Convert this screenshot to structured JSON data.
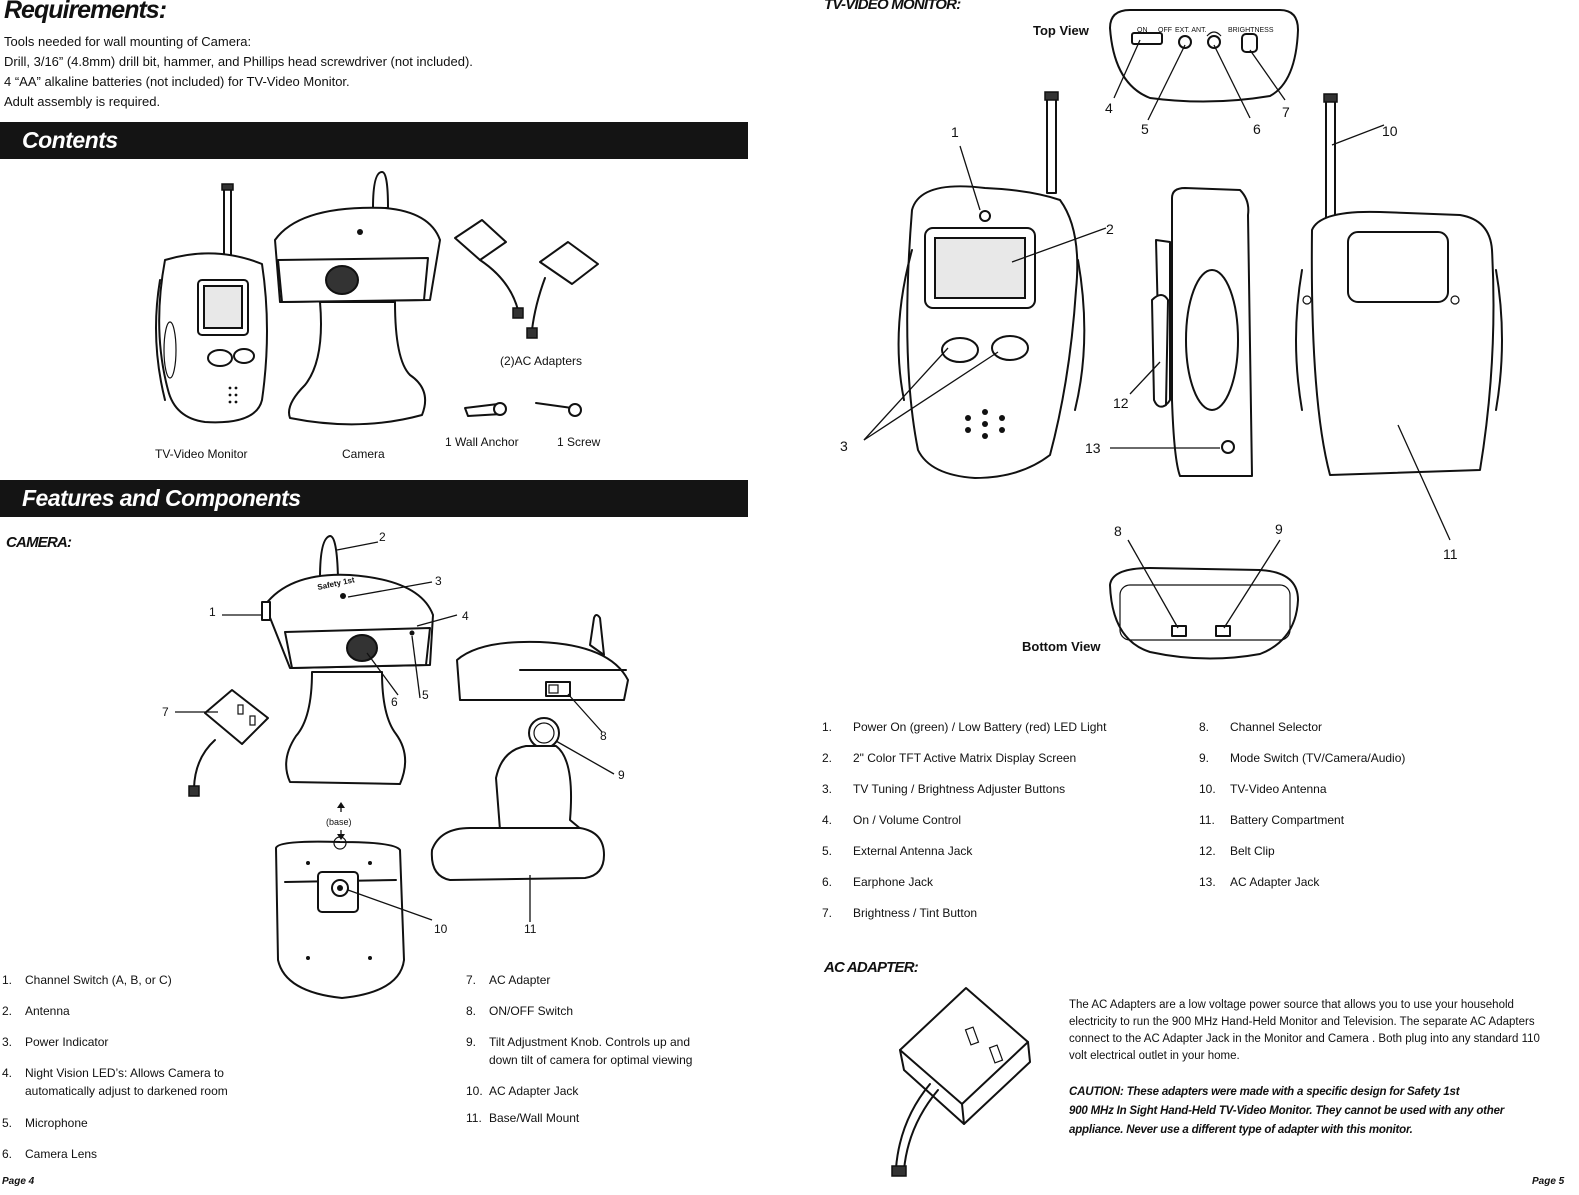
{
  "requirements": {
    "title": "Requirements:",
    "lines": [
      "Tools needed for wall mounting of Camera:",
      "Drill, 3/16” (4.8mm) drill bit, hammer, and Phillips head screwdriver (not included).",
      "4 “AA” alkaline batteries (not included) for TV-Video Monitor.",
      "Adult assembly is required."
    ]
  },
  "contents": {
    "heading": "Contents",
    "labels": {
      "monitor": "TV-Video Monitor",
      "camera": "Camera",
      "adapters": "(2)AC Adapters",
      "anchor": "1 Wall Anchor",
      "screw": "1 Screw"
    }
  },
  "features": {
    "heading": "Features and Components",
    "camera_title": "CAMERA:",
    "camera_callouts": [
      "1",
      "2",
      "3",
      "4",
      "5",
      "6",
      "7",
      "8",
      "9",
      "10",
      "11"
    ],
    "base_label": "(base)",
    "camera_list_left": [
      {
        "num": "1.",
        "text": "Channel Switch (A, B, or C)"
      },
      {
        "num": "2.",
        "text": "Antenna"
      },
      {
        "num": "3.",
        "text": "Power Indicator"
      },
      {
        "num": "4.",
        "text": "Night Vision LED’s: Allows Camera to",
        "text2": "automatically adjust to darkened room"
      },
      {
        "num": "5.",
        "text": "Microphone"
      },
      {
        "num": "6.",
        "text": "Camera Lens"
      }
    ],
    "camera_list_right": [
      {
        "num": "7.",
        "text": "AC Adapter"
      },
      {
        "num": "8.",
        "text": "ON/OFF Switch"
      },
      {
        "num": "9.",
        "text": "Tilt Adjustment Knob. Controls up and",
        "text2": "down tilt of camera for optimal viewing"
      },
      {
        "num": "10.",
        "text": "AC Adapter Jack"
      },
      {
        "num": "11.",
        "text": "Base/Wall Mount"
      }
    ]
  },
  "monitor": {
    "title": "TV-VIDEO MONITOR:",
    "top_view": "Top View",
    "bottom_view": "Bottom View",
    "top_panel": {
      "on": "ON",
      "off": "OFF",
      "ext_ant": "EXT. ANT.",
      "brightness": "BRIGHTNESS"
    },
    "callouts": [
      "1",
      "2",
      "3",
      "4",
      "5",
      "6",
      "7",
      "8",
      "9",
      "10",
      "11",
      "12",
      "13"
    ],
    "list_left": [
      {
        "num": "1.",
        "text": "Power On (green) / Low Battery (red) LED Light"
      },
      {
        "num": "2.",
        "text": "2\" Color TFT Active Matrix Display Screen"
      },
      {
        "num": "3.",
        "text": "TV Tuning / Brightness Adjuster Buttons"
      },
      {
        "num": "4.",
        "text": "On / Volume Control"
      },
      {
        "num": "5.",
        "text": "External Antenna Jack"
      },
      {
        "num": "6.",
        "text": "Earphone Jack"
      },
      {
        "num": "7.",
        "text": "Brightness / Tint Button"
      }
    ],
    "list_right": [
      {
        "num": "8.",
        "text": "Channel Selector"
      },
      {
        "num": "9.",
        "text": "Mode Switch (TV/Camera/Audio)"
      },
      {
        "num": "10.",
        "text": "TV-Video Antenna"
      },
      {
        "num": "11.",
        "text": "Battery Compartment"
      },
      {
        "num": "12.",
        "text": "Belt Clip"
      },
      {
        "num": "13.",
        "text": "AC Adapter Jack"
      }
    ]
  },
  "ac_adapter": {
    "title": "AC ADAPTER:",
    "description": "The AC Adapters are a low voltage power source that allows you to use your household electricity to run the 900 MHz Hand-Held Monitor and Television. The separate AC Adapters connect to the AC Adapter Jack in the Monitor and Camera . Both plug into any standard 110 volt electrical outlet in your home.",
    "caution_line1": "CAUTION: These adapters were made with a specific design for Safety 1st",
    "caution_line2": "900 MHz In Sight Hand-Held TV-Video Monitor. They cannot be used with any other appliance. Never use a different type of adapter with this monitor."
  },
  "camera_brand": "Safety 1st",
  "footer": {
    "left": "Page 4",
    "right": "Page 5"
  }
}
